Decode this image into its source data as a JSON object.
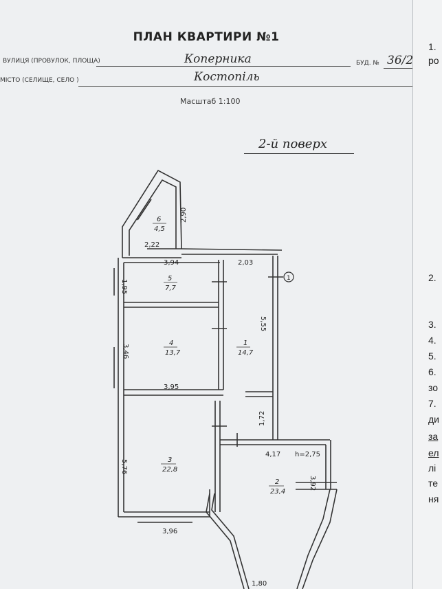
{
  "title": "ПЛАН КВАРТИРИ №1",
  "address": {
    "street_label": "ВУЛИЦЯ (ПРОВУЛОК, ПЛОЩА)",
    "street_value": "Коперника",
    "building_label": "БУД. №",
    "building_value": "36/2",
    "city_label": "МІСТО (СЕЛИЩЕ, СЕЛО )",
    "city_value": "Костопіль"
  },
  "scale": "Масштаб  1:100",
  "floor": "2-й поверх",
  "rooms": [
    {
      "number": "6",
      "area": "4,5"
    },
    {
      "number": "5",
      "area": "7,7"
    },
    {
      "number": "4",
      "area": "13,7"
    },
    {
      "number": "1",
      "area": "14,7"
    },
    {
      "number": "3",
      "area": "22,8"
    },
    {
      "number": "2",
      "area": "23,4"
    }
  ],
  "dimensions": [
    "2,90",
    "2,22",
    "3,94",
    "2,03",
    "1,95",
    "5,55",
    "3,46",
    "3,95",
    "1,72",
    "4,17",
    "h=2,75",
    "5,76",
    "3,92",
    "3,96",
    "1,80"
  ],
  "marker": "1",
  "right_page": {
    "items": [
      "1.",
      "ро",
      "2.",
      "3.",
      "4.",
      "5.",
      "6.",
      "зо",
      "7.",
      "ди",
      "за",
      "ел",
      "лі",
      "те",
      "ня"
    ]
  }
}
